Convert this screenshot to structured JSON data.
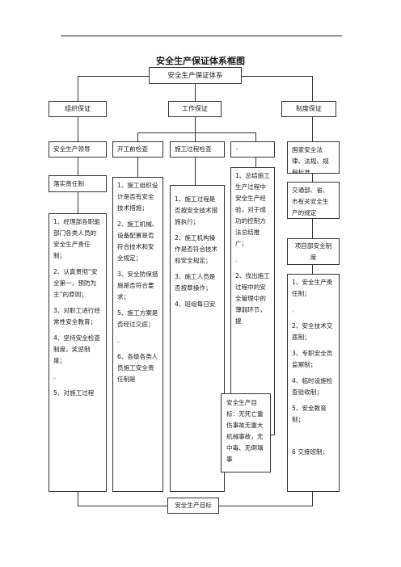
{
  "page_title": "安全生产保证体系框图",
  "root": "安全生产保证体系",
  "guarantees": {
    "org": "组织保证",
    "work": "工作保证",
    "system": "制度保证"
  },
  "subheads": {
    "leader": "安全生产领导",
    "precheck": "开工前检查",
    "process": "施工过程检查",
    "blank": "，",
    "national": "国家安全法律、法规、规程标准"
  },
  "org_branch": {
    "duty": "落实责任制",
    "items": [
      "1、经理部各职能部门各类人员的安全生产责任制；",
      "2、认真贯彻“安全第一，预防为主”的原则；",
      "3、对职工进行经常性安全教育；",
      "4、坚持安全检查制度，奖惩制度；",
      "。",
      "5、对施工过程"
    ]
  },
  "precheck_items": [
    "1、施工组织设计是否有安全技术措施；",
    "2、施工机械、设备配置是否符合技术和安全规定；",
    "3、安全防保措施是否符合要求；",
    "5、施工方案是否经过交底；",
    "。",
    "6、各级各类人员施工安全责任制是"
  ],
  "process_items": [
    "1、施工过程是否按安全技术措施执行；",
    "2、施工机构操作是否符合技术和安全规定；",
    "3、施工人员是否按章操作；",
    "4、班组每日安"
  ],
  "summary_items": [
    "1、总结施工生产过程中安全生产经验，对于成功的控制方法总结推广；",
    "。",
    "2、找出施工过程中的安全管理中的薄弱环节，提"
  ],
  "target_box": "安全生产目标：无死亡重伤事故无重大机械事故，无中毒、无倒塌事",
  "regs_box": "交通部、省、市有关安全生产的规定",
  "project_system": "项目部安全制度",
  "system_items": [
    "1、安全生产责任制；",
    "，",
    "2、安全技术交底制；",
    "3、专职安全员监察制；",
    "4、临时设施检查验收制；",
    "5、安全教育制；",
    "",
    "6 交接班制；"
  ],
  "goal": "安全生产目标"
}
